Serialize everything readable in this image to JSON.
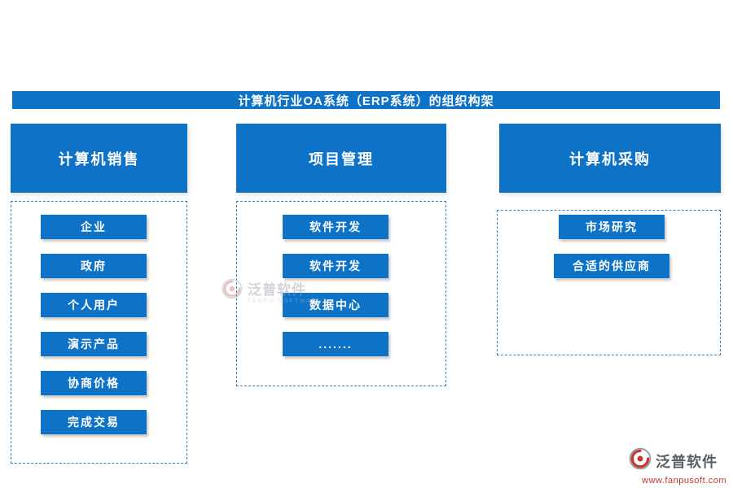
{
  "title": "计算机行业OA系统（ERP系统）的组织构架",
  "columns": [
    {
      "header": "计算机销售",
      "items": [
        "企业",
        "政府",
        "个人用户",
        "演示产品",
        "协商价格",
        "完成交易"
      ]
    },
    {
      "header": "项目管理",
      "items": [
        "软件开发",
        "软件开发",
        "数据中心",
        "......."
      ]
    },
    {
      "header": "计算机采购",
      "items": [
        "市场研究",
        "合适的供应商"
      ]
    }
  ],
  "watermark": {
    "name": "泛普软件",
    "subtitle": "FANPU SOFTWARE"
  },
  "brand": {
    "name": "泛普软件",
    "website": "www.fanpusoft.com"
  },
  "colors": {
    "primary": "#0e72c6",
    "dashed_border": "#2f80cc",
    "brand_red": "#c0392b"
  }
}
